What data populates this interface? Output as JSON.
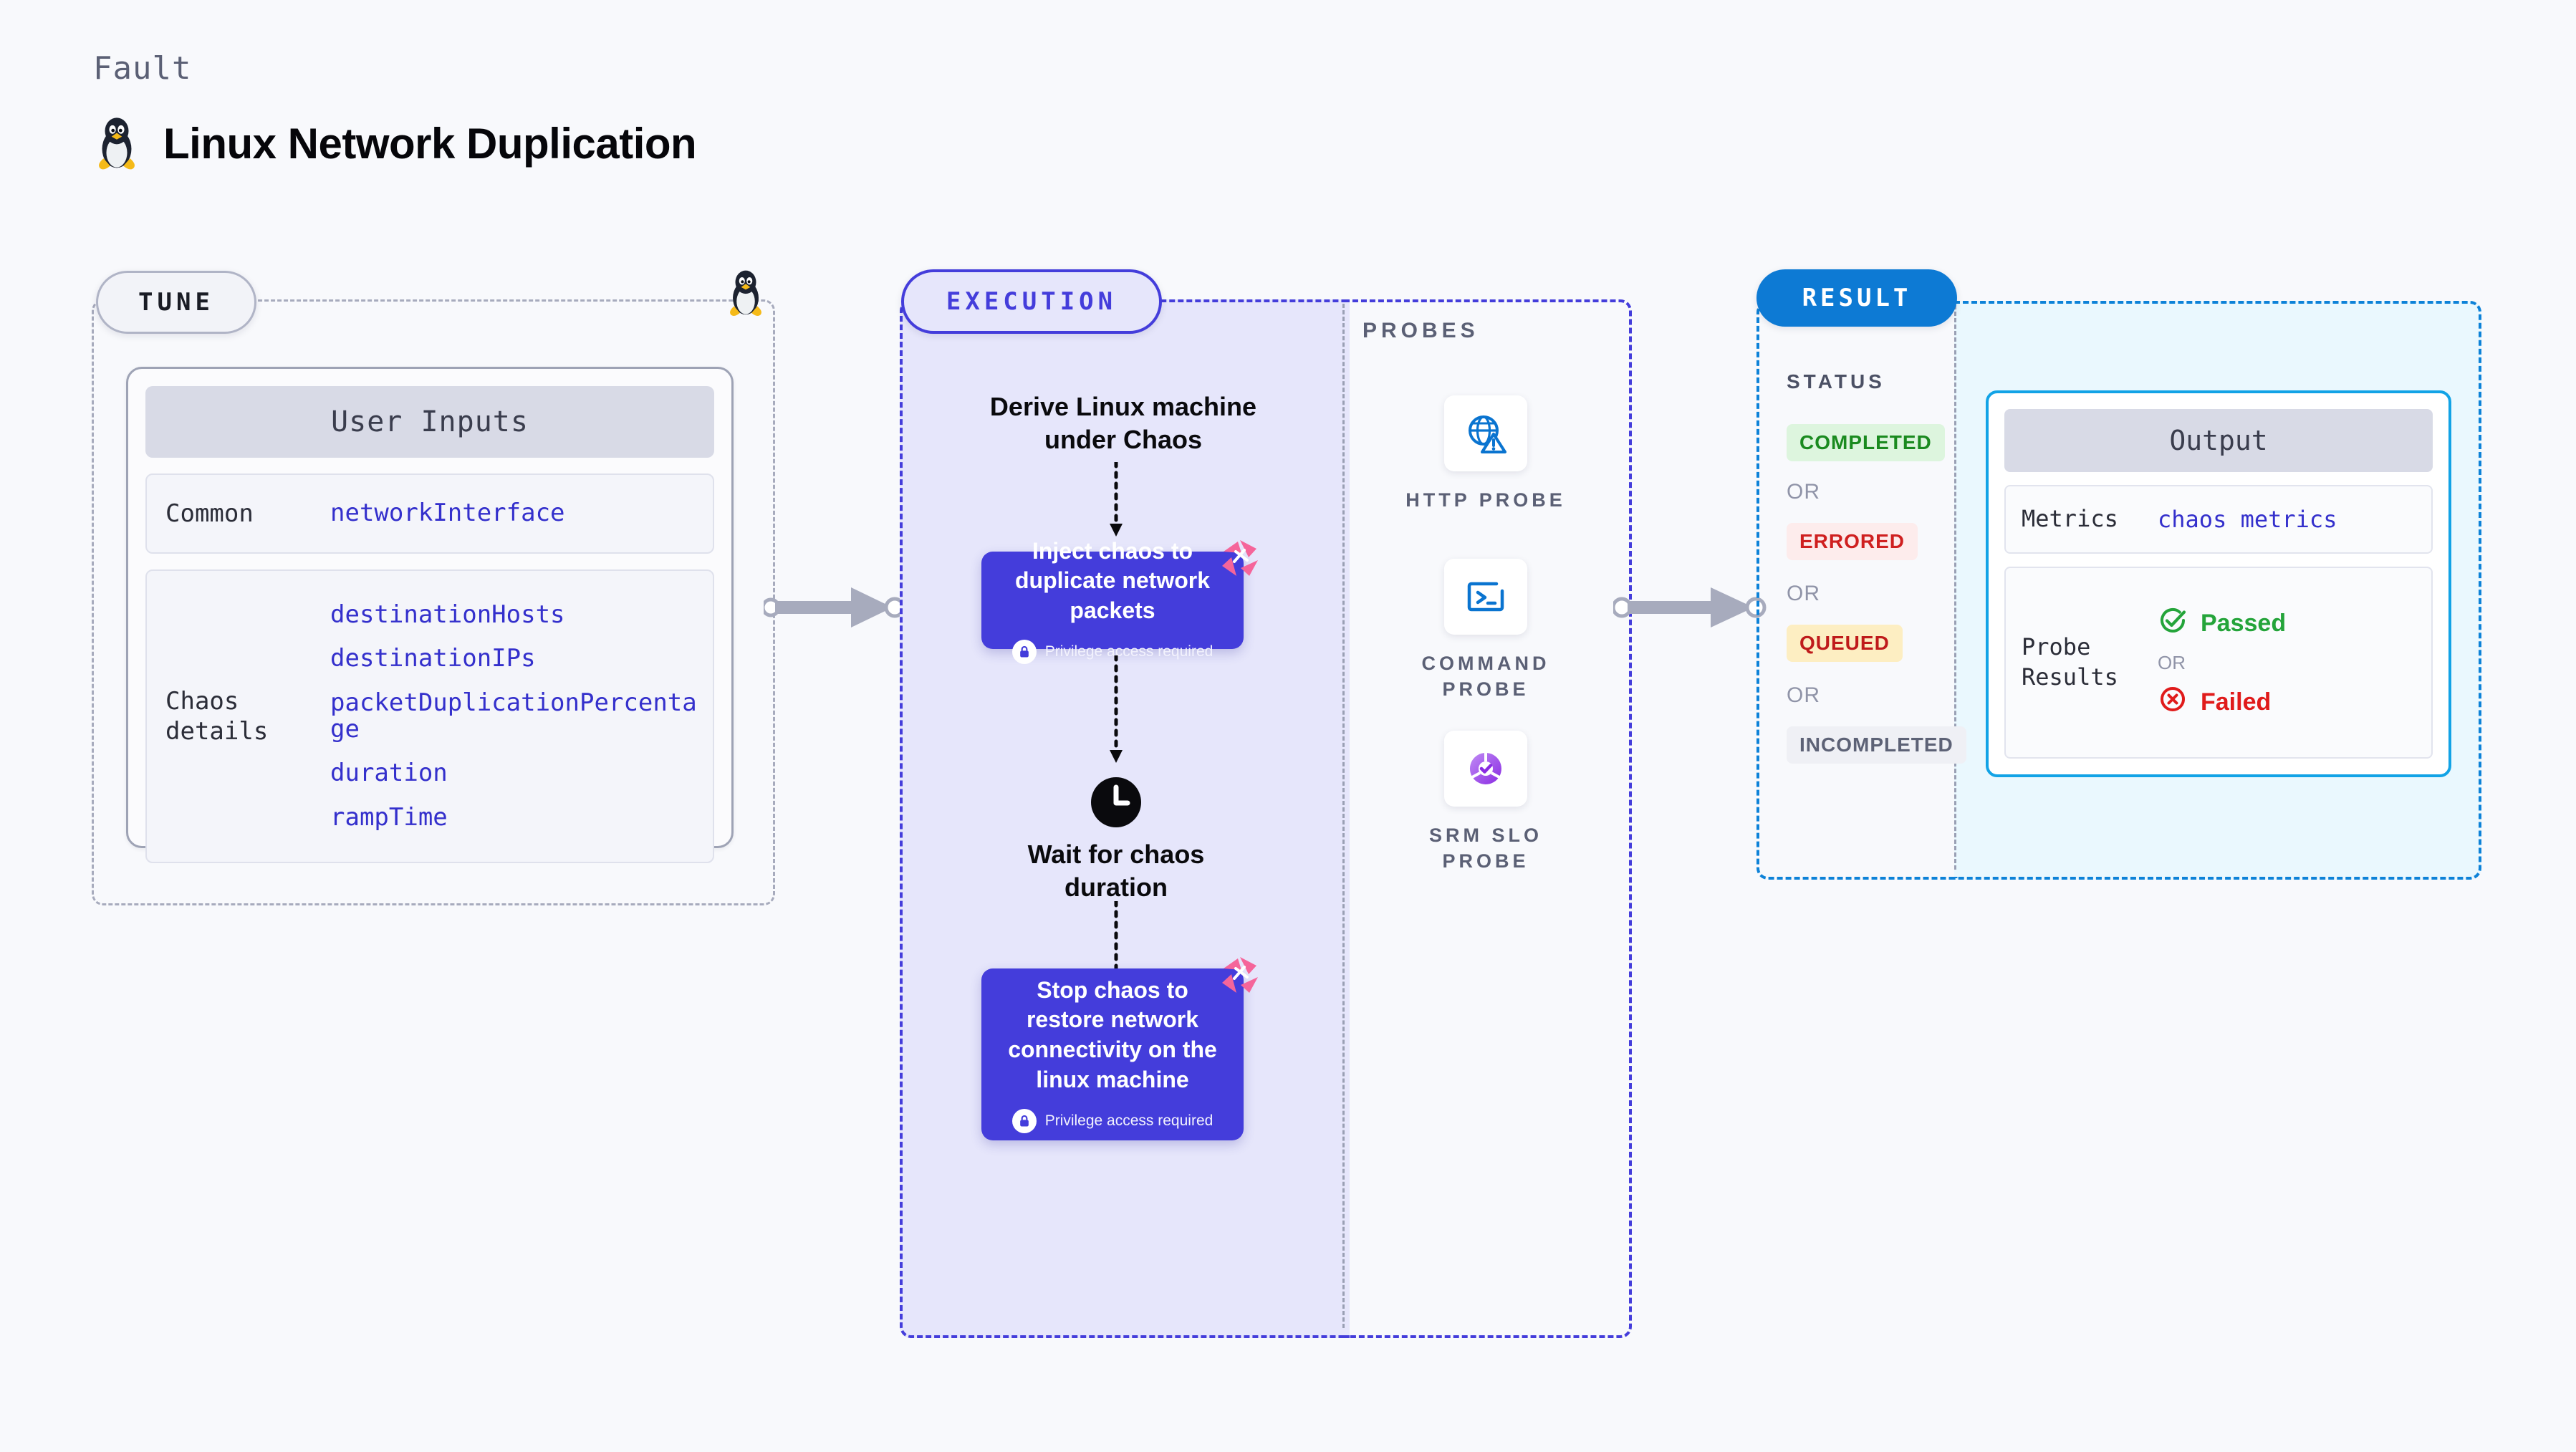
{
  "header": {
    "kicker": "Fault",
    "title": "Linux Network Duplication",
    "logo_icon": "linux-penguin-icon"
  },
  "tune": {
    "badge": "TUNE",
    "corner_icon": "linux-penguin-icon",
    "card_title": "User Inputs",
    "sections": [
      {
        "label": "Common",
        "values": [
          "networkInterface"
        ]
      },
      {
        "label": "Chaos details",
        "values": [
          "destinationHosts",
          "destinationIPs",
          "packetDuplicationPercentage",
          "duration",
          "rampTime"
        ]
      }
    ]
  },
  "execution": {
    "badge": "EXECUTION",
    "steps": [
      {
        "kind": "text",
        "label": "Derive Linux machine under Chaos"
      },
      {
        "kind": "node",
        "label": "Inject chaos to duplicate network packets",
        "note": "Privilege access required",
        "note_icon": "lock-icon",
        "badge_icon": "chaos-pinwheel-icon"
      },
      {
        "kind": "wait",
        "label": "Wait for chaos duration",
        "icon": "clock-icon"
      },
      {
        "kind": "node",
        "label": "Stop chaos to restore network connectivity on the linux machine",
        "note": "Privilege access required",
        "note_icon": "lock-icon",
        "badge_icon": "chaos-pinwheel-icon"
      }
    ]
  },
  "probes": {
    "label": "PROBES",
    "items": [
      {
        "label": "HTTP PROBE",
        "icon": "globe-warning-icon"
      },
      {
        "label": "COMMAND PROBE",
        "icon": "terminal-icon"
      },
      {
        "label": "SRM SLO PROBE",
        "icon": "slo-donut-check-icon"
      }
    ]
  },
  "result": {
    "badge": "RESULT",
    "status_label": "STATUS",
    "or_label": "OR",
    "statuses": [
      {
        "label": "COMPLETED",
        "bg": "#ddf5de",
        "fg": "#1a8a1f"
      },
      {
        "label": "ERRORED",
        "bg": "#fdecec",
        "fg": "#cf2020"
      },
      {
        "label": "QUEUED",
        "bg": "#fdeec2",
        "fg": "#bf1b1b"
      },
      {
        "label": "INCOMPLETED",
        "bg": "#eff0f5",
        "fg": "#5d6276"
      }
    ]
  },
  "output": {
    "card_title": "Output",
    "metrics_label": "Metrics",
    "metrics_value": "chaos metrics",
    "probe_results_label": "Probe Results",
    "passed_label": "Passed",
    "passed_icon": "check-circle-icon",
    "or_label": "OR",
    "failed_label": "Failed",
    "failed_icon": "x-circle-icon"
  },
  "colors": {
    "indigo": "#443ddb",
    "blue": "#0d7ad4",
    "cyan": "#12a3e6",
    "pink": "#f5659a",
    "gray_dash": "#a7abbd",
    "background": "#f8f9fc"
  }
}
